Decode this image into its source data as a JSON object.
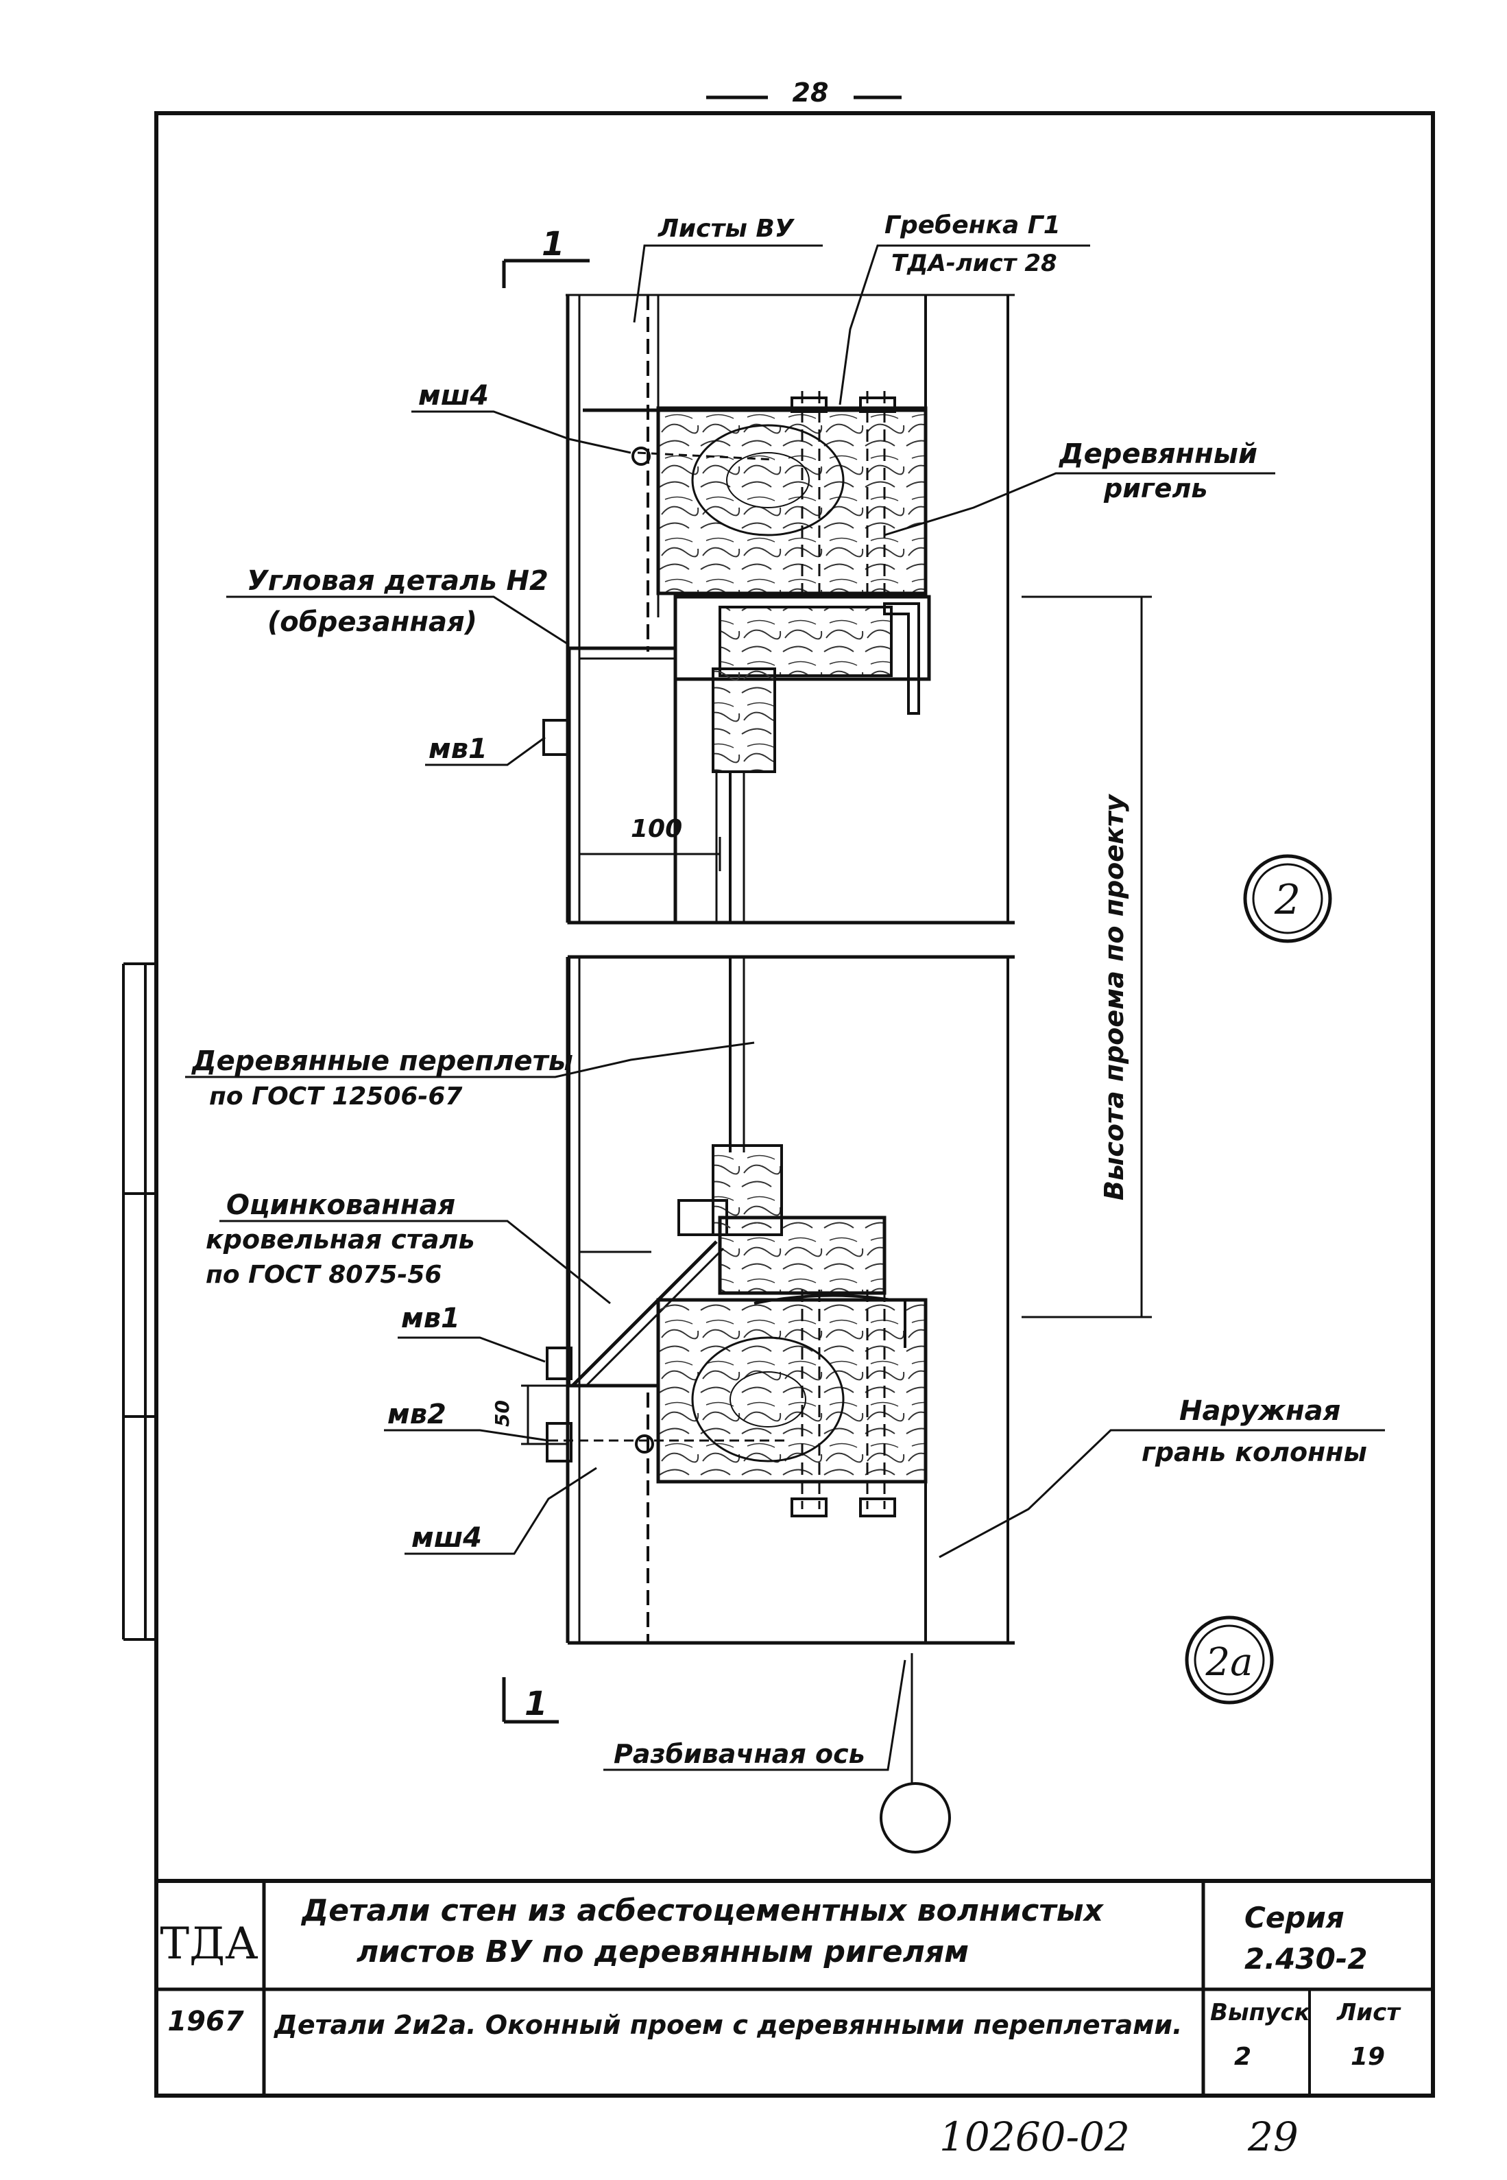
{
  "page_number": "28",
  "labels": {
    "sheets_vu": "Листы ВУ",
    "comb_g1": "Гребенка Г1",
    "tda_sheet28": "ТДА-лист 28",
    "msh4_top": "мш4",
    "wooden_girder_line1": "Деревянный",
    "wooden_girder_line2": "ригель",
    "corner_detail_line1": "Угловая деталь Н2",
    "corner_detail_line2": "(обрезанная)",
    "mv1_top": "мв1",
    "dim_100": "100",
    "opening_height": "Высота проема по проекту",
    "frames_line1": "Деревянные переплеты",
    "frames_line2": "по ГОСТ 12506-67",
    "steel_line1": "Оцинкованная",
    "steel_line2": "кровельная сталь",
    "steel_line3": "по ГОСТ 8075-56",
    "mv1_bottom": "мв1",
    "mv2": "мв2",
    "dim_50": "50",
    "msh4_bottom": "мш4",
    "outer_face_line1": "Наружная",
    "outer_face_line2": "грань колонны",
    "layout_axis": "Разбивачная ось",
    "section_mark_top": "1",
    "section_mark_bottom": "1",
    "detail_2": "2",
    "detail_2a": "2а"
  },
  "title_block": {
    "org": "ТДА",
    "title_line1": "Детали стен из асбестоцементных волнистых",
    "title_line2": "листов ВУ по деревянным ригелям",
    "series_label": "Серия",
    "series_value": "2.430-2",
    "year": "1967",
    "sheet_title": "Детали 2и2а. Оконный проем с деревянными переплетами.",
    "issue_label": "Выпуск",
    "issue_value": "2",
    "sheet_label": "Лист",
    "sheet_value": "19"
  },
  "stamp": {
    "archive_number": "10260-02",
    "page": "29"
  }
}
